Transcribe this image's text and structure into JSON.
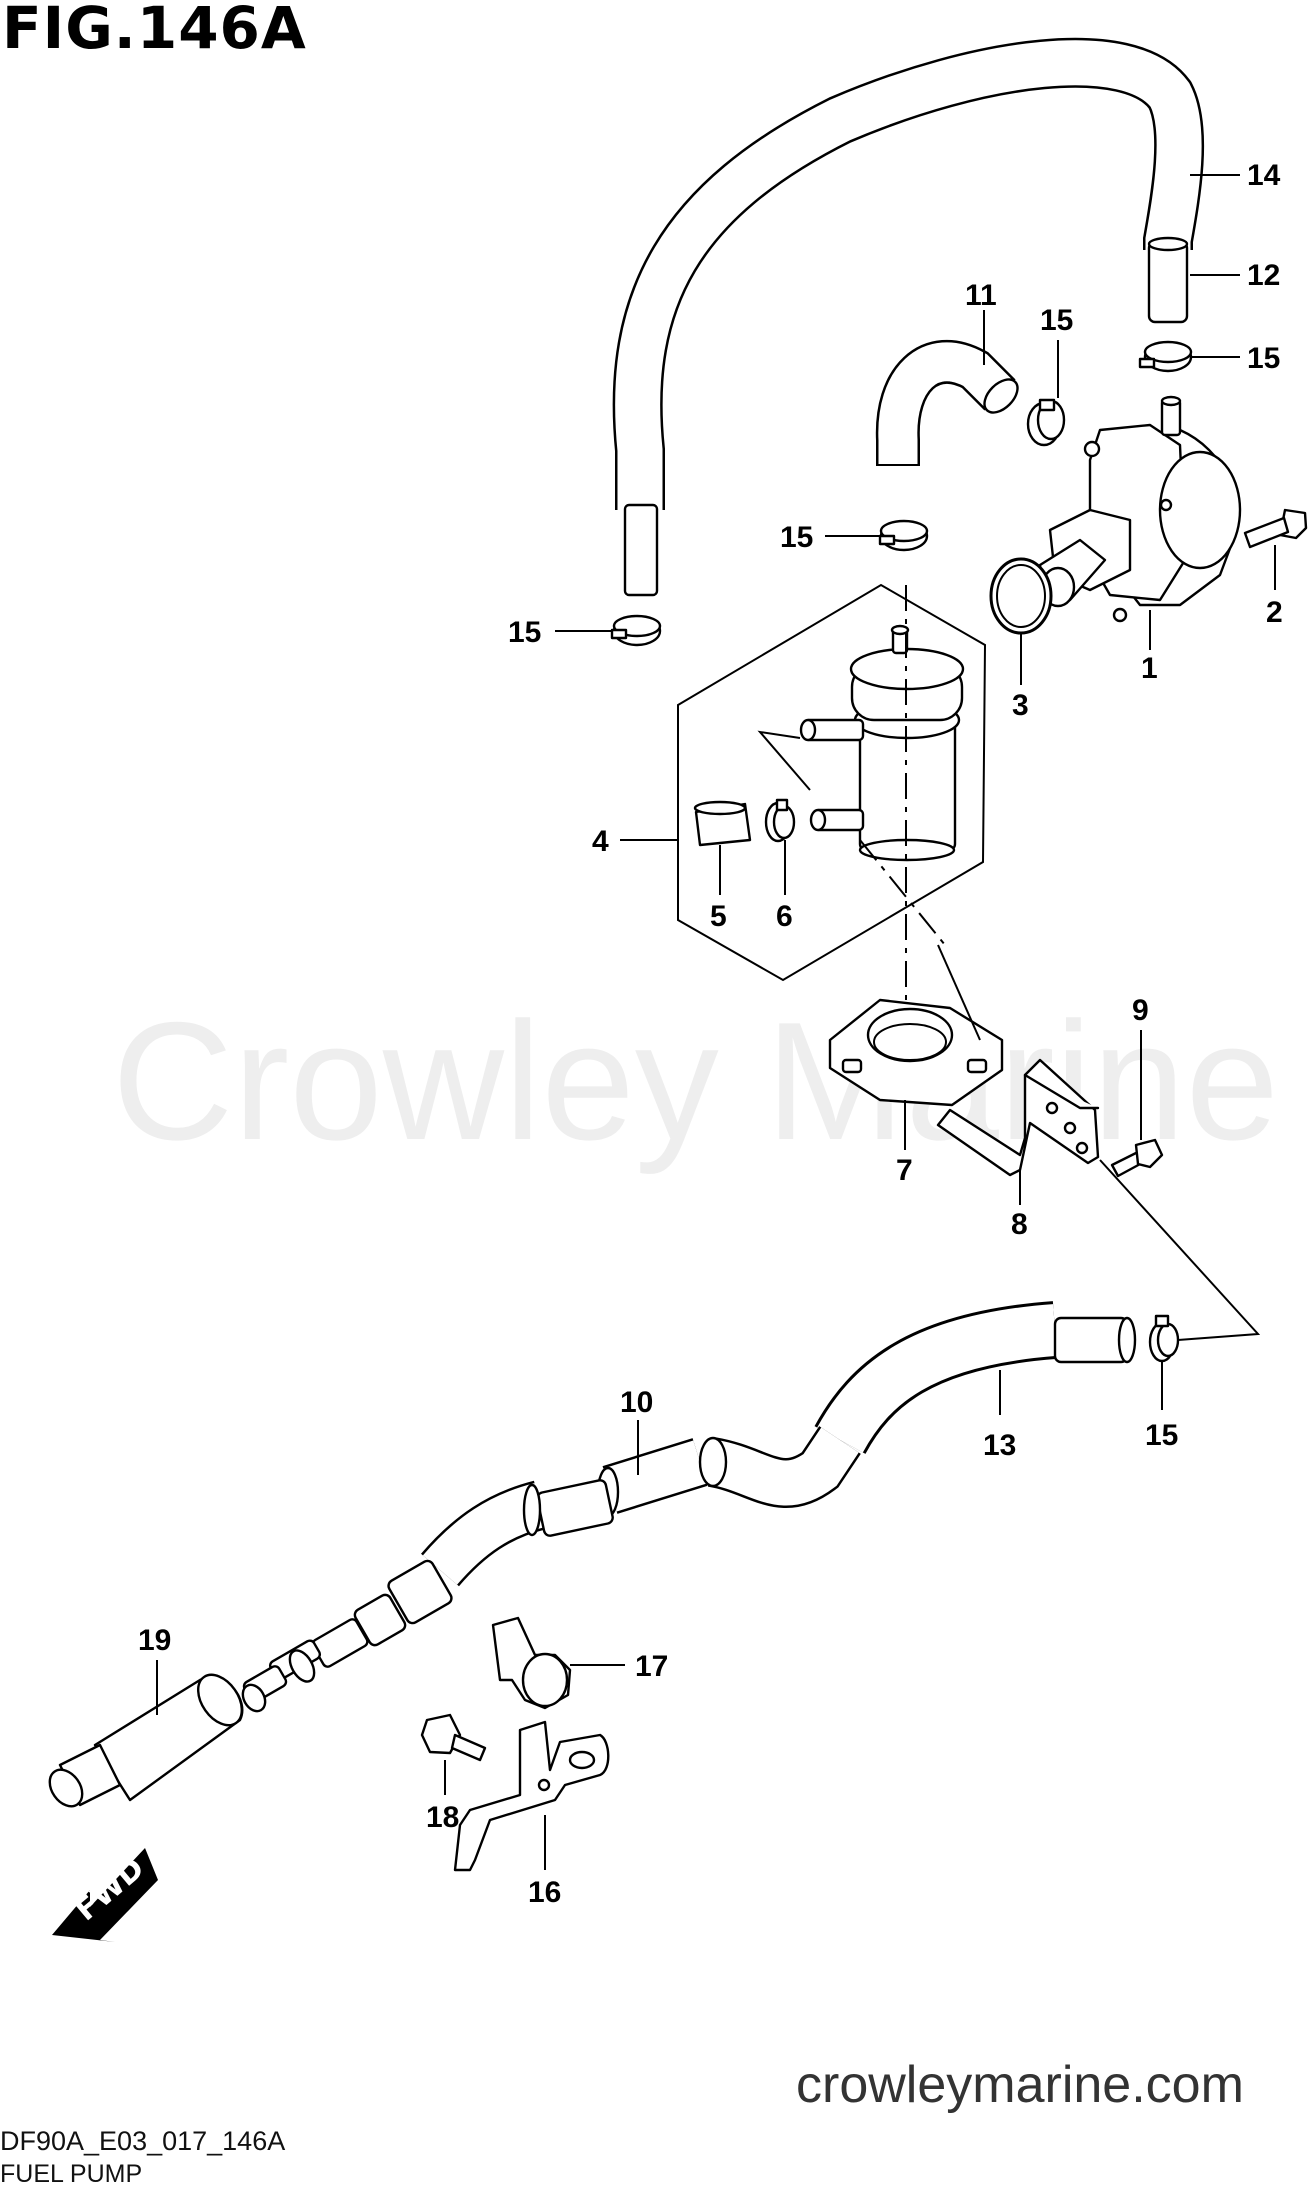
{
  "title": "FIG.146A",
  "watermark": "Crowley Marine",
  "website": "crowleymarine.com",
  "drawing_code": "DF90A_E03_017_146A",
  "caption": "FUEL PUMP",
  "fwd_label": "FWD",
  "callouts": [
    "14",
    "12",
    "11",
    "15",
    "15",
    "15",
    "15",
    "2",
    "1",
    "3",
    "4",
    "5",
    "6",
    "9",
    "7",
    "8",
    "10",
    "13",
    "15",
    "19",
    "17",
    "18",
    "16"
  ]
}
